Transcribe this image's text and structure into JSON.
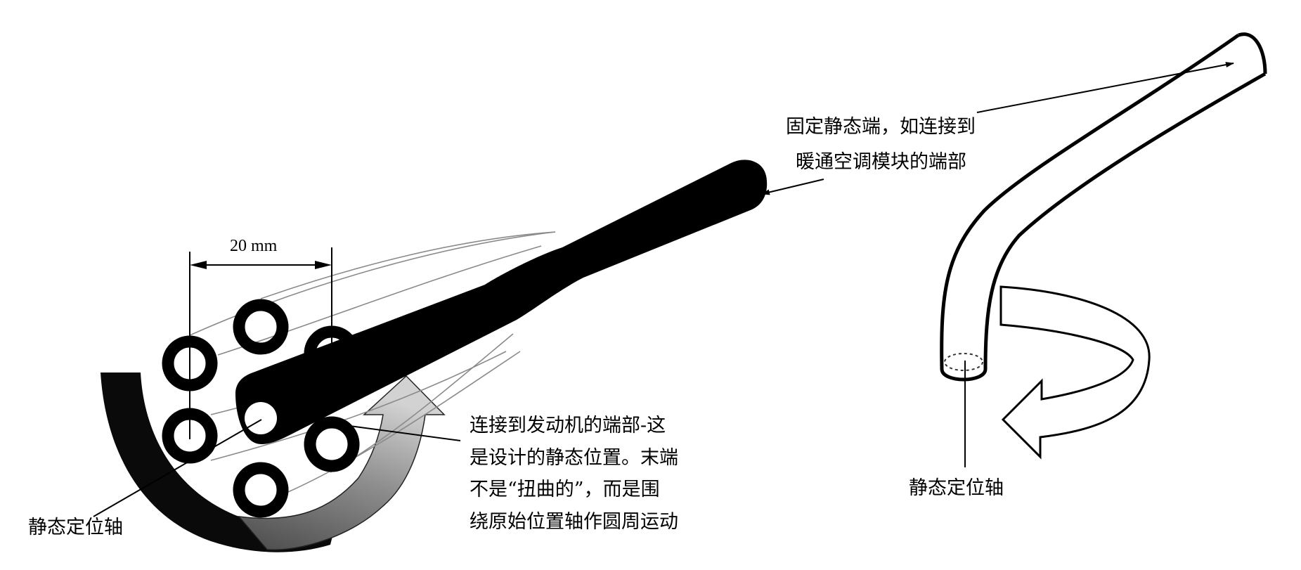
{
  "figure": {
    "left_panel": {
      "dimension_label": "20 mm",
      "axis_label": "静态定位轴",
      "engine_end_note": [
        "连接到发动机的端部-这",
        "是设计的静态位置。末端",
        "不是“扭曲的”，而是围",
        "绕原始位置轴作圆周运动"
      ],
      "fixed_end_note": [
        "固定静态端，如连接到",
        "暖通空调模块的端部"
      ]
    },
    "right_panel": {
      "axis_label": "静态定位轴"
    },
    "colors": {
      "ink": "#000000",
      "background": "#ffffff",
      "rotation_arrow_dark": "#111111",
      "rotation_arrow_light": "#a8a8a8",
      "trace_lines": "#8a8a8a"
    }
  }
}
